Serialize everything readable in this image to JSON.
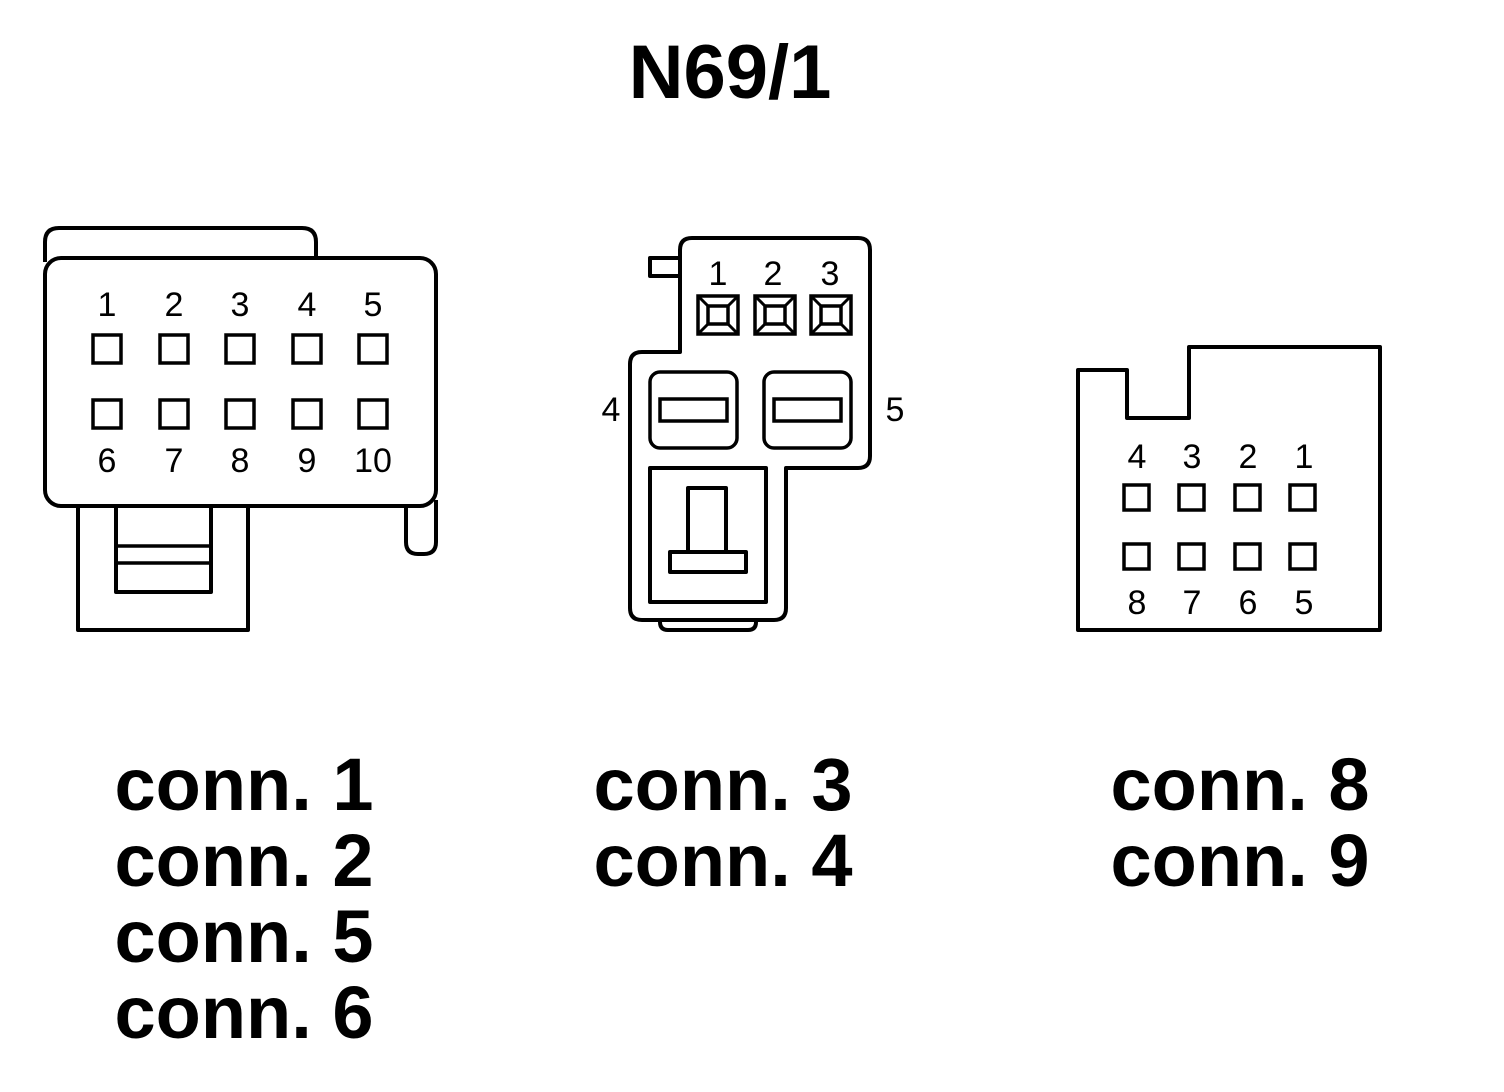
{
  "title": "N69/1",
  "connector_a": {
    "top_pins": [
      "1",
      "2",
      "3",
      "4",
      "5"
    ],
    "bottom_pins": [
      "6",
      "7",
      "8",
      "9",
      "10"
    ],
    "labels": [
      "conn. 1",
      "conn. 2",
      "conn. 5",
      "conn. 6"
    ]
  },
  "connector_b": {
    "top_pins": [
      "1",
      "2",
      "3"
    ],
    "left_pin": "4",
    "right_pin": "5",
    "labels": [
      "conn. 3",
      "conn. 4"
    ]
  },
  "connector_c": {
    "top_pins": [
      "4",
      "3",
      "2",
      "1"
    ],
    "bottom_pins": [
      "8",
      "7",
      "6",
      "5"
    ],
    "labels": [
      "conn. 8",
      "conn. 9"
    ]
  }
}
